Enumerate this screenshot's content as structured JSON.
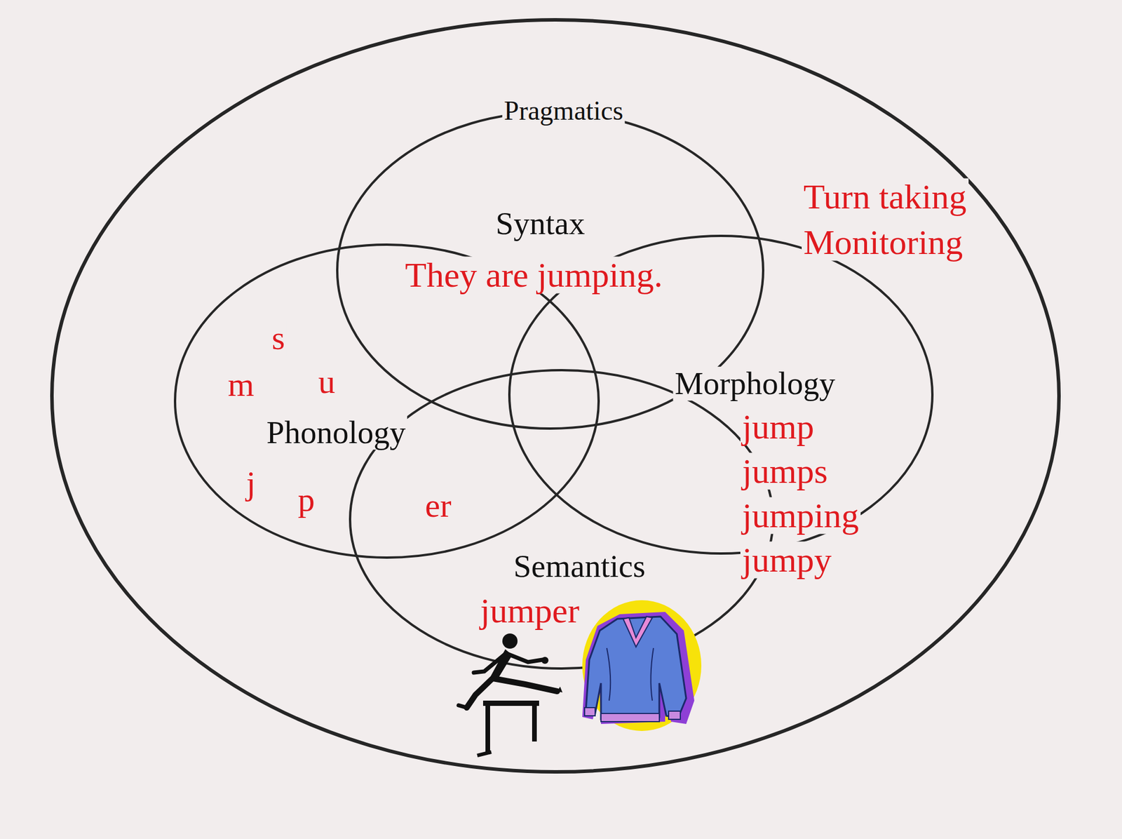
{
  "diagram": {
    "nodes": [
      {
        "text": [
          "Pragmatics",
          "Turn taking",
          "Monitoring"
        ]
      },
      {
        "text": [
          "Syntax",
          "They are jumping."
        ],
        "in": 0
      },
      {
        "text": [
          "Phonology",
          "s",
          "m",
          "u",
          "j",
          "p",
          "er"
        ],
        "in": 0
      },
      {
        "text": [
          "Morphology",
          "jump",
          "jumps",
          "jumping",
          "jumpy"
        ],
        "in": 0
      },
      {
        "text": [
          "Semantics",
          "jumper"
        ],
        "in": 0
      }
    ]
  }
}
